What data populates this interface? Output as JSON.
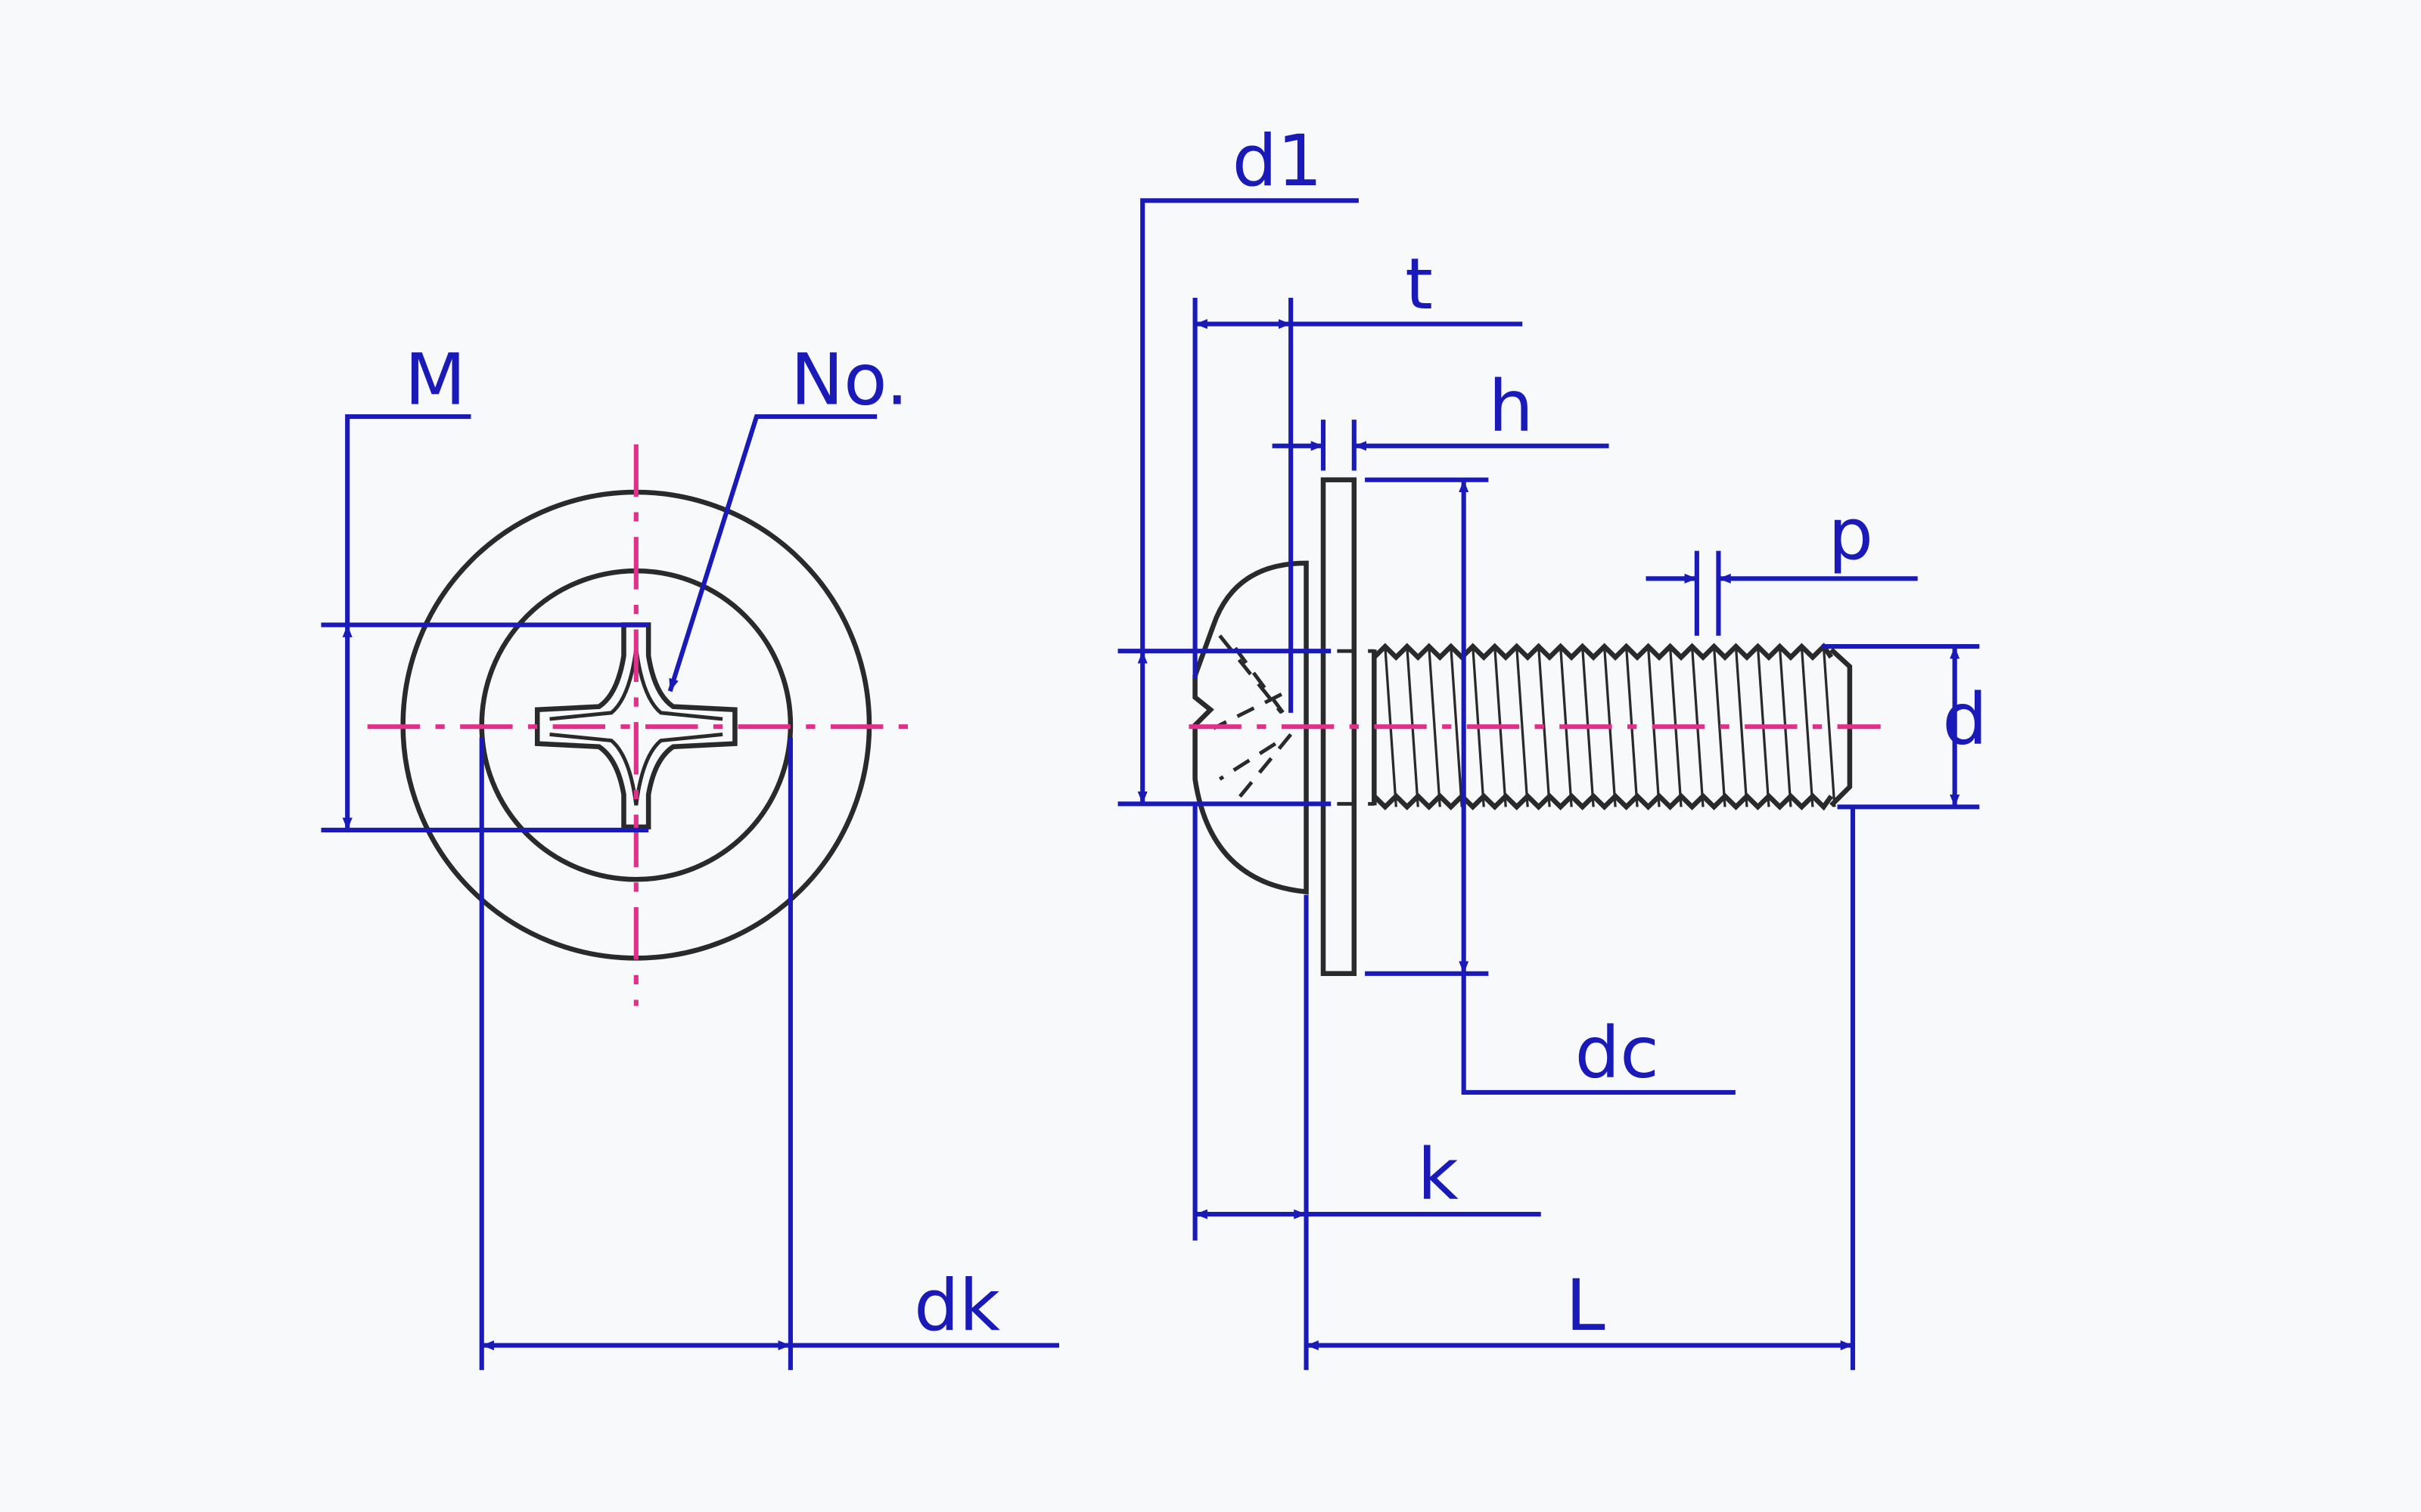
{
  "colors": {
    "background": "#f8f9fb",
    "dimension": "#1a1ab8",
    "outline": "#2a2a2a",
    "centerline": "#e0308a"
  },
  "labels": {
    "M": "M",
    "No": "No.",
    "dk": "dk",
    "d1": "d1",
    "t": "t",
    "h": "h",
    "p": "p",
    "d": "d",
    "dc": "dc",
    "k": "k",
    "L": "L"
  }
}
